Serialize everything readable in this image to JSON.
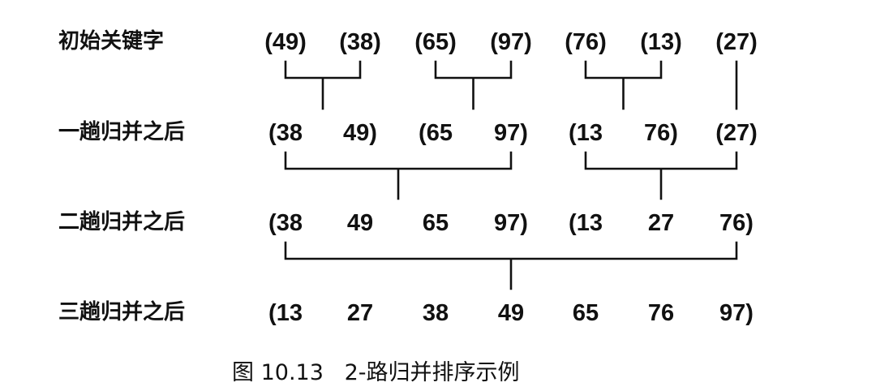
{
  "figure": {
    "caption": "图 10.13   2-路归并排序示例",
    "rows": [
      {
        "label": "初始关键字",
        "keys": [
          "(49)",
          "(38)",
          "(65)",
          "(97)",
          "(76)",
          "(13)",
          "(27)"
        ]
      },
      {
        "label": "一趟归并之后",
        "keys": [
          "(38",
          "49)",
          "(65",
          "97)",
          "(13",
          "76)",
          "(27)"
        ]
      },
      {
        "label": "二趟归并之后",
        "keys": [
          "(38",
          "49",
          "65",
          "97)",
          "(13",
          "27",
          "76)"
        ]
      },
      {
        "label": "三趟归并之后",
        "keys": [
          "(13",
          "27",
          "38",
          "49",
          "65",
          "76",
          "97)"
        ]
      }
    ],
    "merges": [
      {
        "from_row": 0,
        "to_row": 1,
        "start": 0,
        "end": 1
      },
      {
        "from_row": 0,
        "to_row": 1,
        "start": 2,
        "end": 3
      },
      {
        "from_row": 0,
        "to_row": 1,
        "start": 4,
        "end": 5
      },
      {
        "from_row": 0,
        "to_row": 1,
        "start": 6,
        "end": 6
      },
      {
        "from_row": 1,
        "to_row": 2,
        "start": 0,
        "end": 3
      },
      {
        "from_row": 1,
        "to_row": 2,
        "start": 4,
        "end": 6
      },
      {
        "from_row": 2,
        "to_row": 3,
        "start": 0,
        "end": 6
      }
    ]
  }
}
